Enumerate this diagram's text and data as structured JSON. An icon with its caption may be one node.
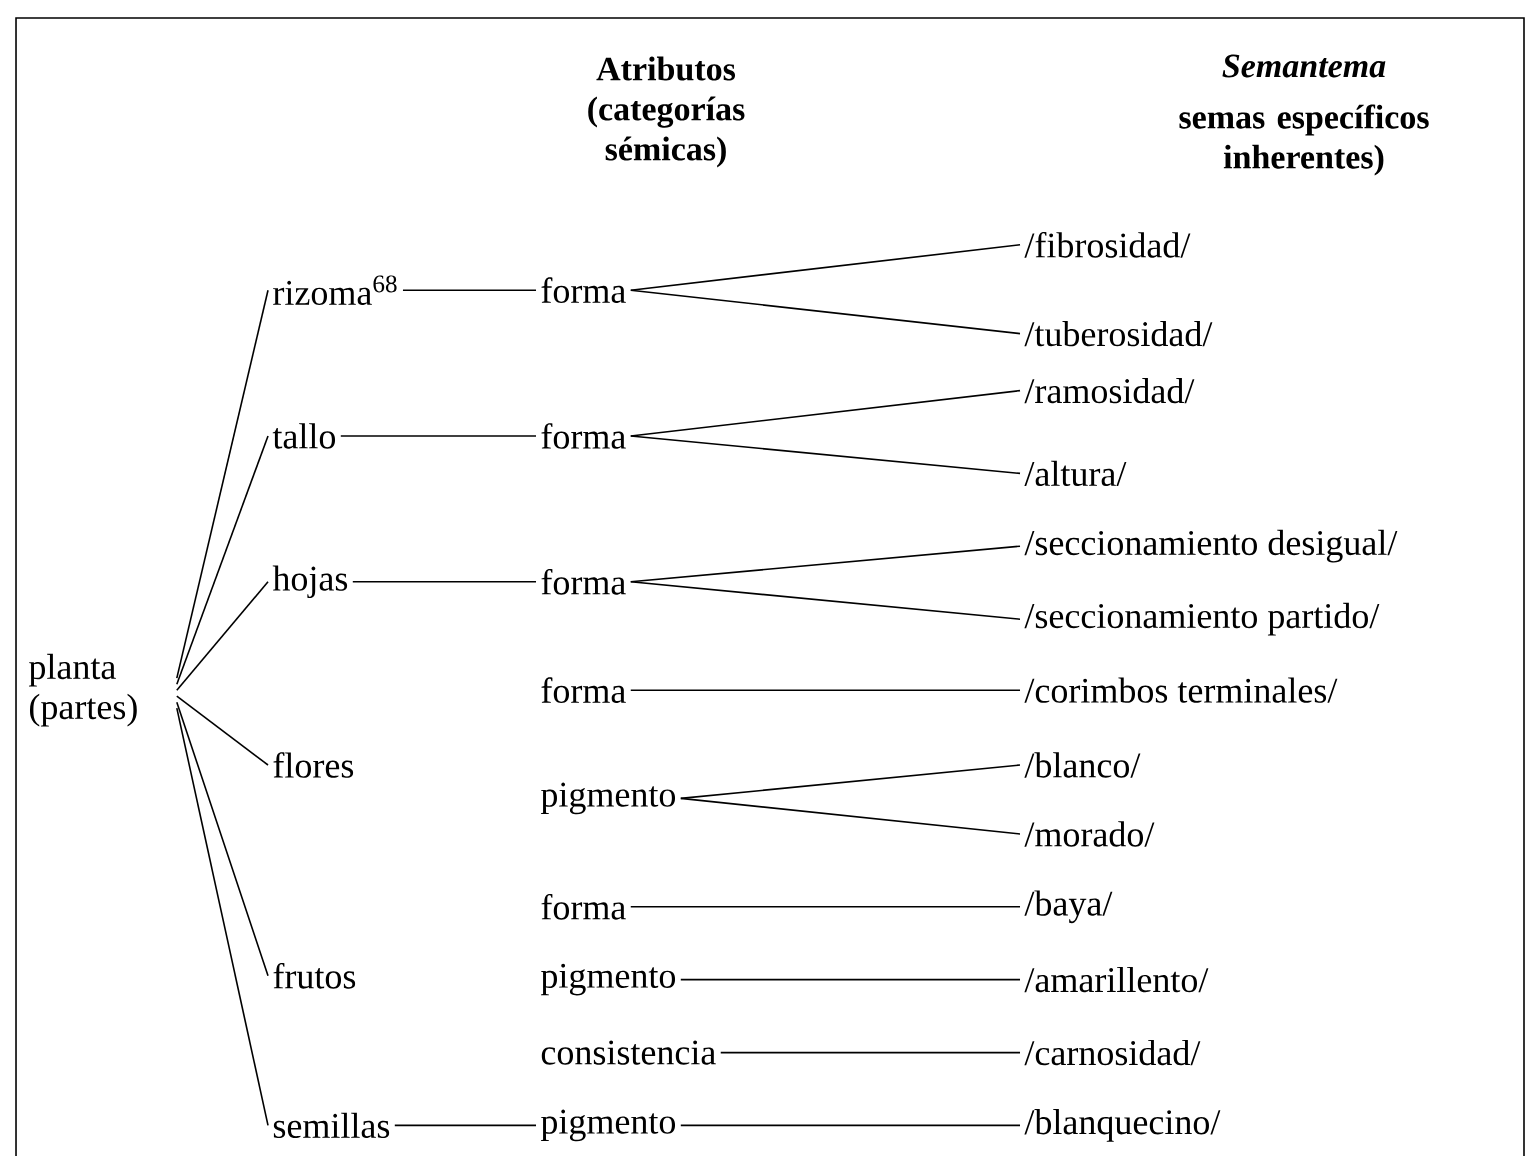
{
  "diagram": {
    "nodes": [
      {
        "text": [
          "planta (partes)"
        ]
      },
      {
        "text": [
          "rizoma$^{68}$"
        ]
      },
      {
        "text": [
          "tallo"
        ]
      },
      {
        "text": [
          "hojas"
        ]
      },
      {
        "text": [
          "flores"
        ]
      },
      {
        "text": [
          "frutos"
        ]
      },
      {
        "text": [
          "semillas"
        ]
      },
      {
        "text": [
          "forma"
        ]
      },
      {
        "text": [
          "forma"
        ]
      },
      {
        "text": [
          "forma"
        ]
      },
      {
        "text": [
          "forma"
        ]
      },
      {
        "text": [
          "pigmento"
        ]
      },
      {
        "text": [
          "forma"
        ]
      },
      {
        "text": [
          "pigmento"
        ]
      },
      {
        "text": [
          "consistencia"
        ]
      },
      {
        "text": [
          "pigmento"
        ]
      },
      {
        "text": [
          "/fibrosidad/"
        ]
      },
      {
        "text": [
          "/tuberosidad/"
        ]
      },
      {
        "text": [
          "/ramosidad/"
        ]
      },
      {
        "text": [
          "/altura/"
        ]
      },
      {
        "text": [
          "/seccionamiento desigual/"
        ]
      },
      {
        "text": [
          "/seccionamiento partido/"
        ]
      },
      {
        "text": [
          "/corimbos terminales/"
        ]
      },
      {
        "text": [
          "/blanco/"
        ]
      },
      {
        "text": [
          "/morado/"
        ]
      },
      {
        "text": [
          "/baya/"
        ]
      },
      {
        "text": [
          "/amarillento/"
        ]
      },
      {
        "text": [
          "/carnosidad/"
        ]
      },
      {
        "text": [
          "/blanquecino/"
        ]
      }
    ],
    "edges": [
      {
        "from": 0,
        "to": 1,
        "arrow": "none"
      },
      {
        "from": 0,
        "to": 2,
        "arrow": "none"
      },
      {
        "from": 0,
        "to": 3,
        "arrow": "none"
      },
      {
        "from": 0,
        "to": 4,
        "arrow": "none"
      },
      {
        "from": 0,
        "to": 5,
        "arrow": "none"
      },
      {
        "from": 0,
        "to": 6,
        "arrow": "none"
      },
      {
        "from": 1,
        "to": 7,
        "arrow": "none"
      },
      {
        "from": 2,
        "to": 8,
        "arrow": "none"
      },
      {
        "from": 3,
        "to": 9,
        "arrow": "none"
      },
      {
        "from": 6,
        "to": 15,
        "arrow": "none"
      },
      {
        "from": 7,
        "to": 16,
        "arrow": "none"
      },
      {
        "from": 7,
        "to": 17,
        "arrow": "none"
      },
      {
        "from": 8,
        "to": 18,
        "arrow": "none"
      },
      {
        "from": 8,
        "to": 19,
        "arrow": "none"
      },
      {
        "from": 9,
        "to": 20,
        "arrow": "none"
      },
      {
        "from": 9,
        "to": 21,
        "arrow": "none"
      },
      {
        "from": 10,
        "to": 22,
        "arrow": "none"
      },
      {
        "from": 11,
        "to": 23,
        "arrow": "none"
      },
      {
        "from": 11,
        "to": 24,
        "arrow": "none"
      },
      {
        "from": 12,
        "to": 25,
        "arrow": "none"
      },
      {
        "from": 13,
        "to": 26,
        "arrow": "none"
      },
      {
        "from": 14,
        "to": 27,
        "arrow": "none"
      },
      {
        "from": 15,
        "to": 28,
        "arrow": "none"
      }
    ],
    "labels": [
      "Atributos (categorías sémicas)",
      "Semantema",
      "semas específicos inherentes)"
    ]
  }
}
